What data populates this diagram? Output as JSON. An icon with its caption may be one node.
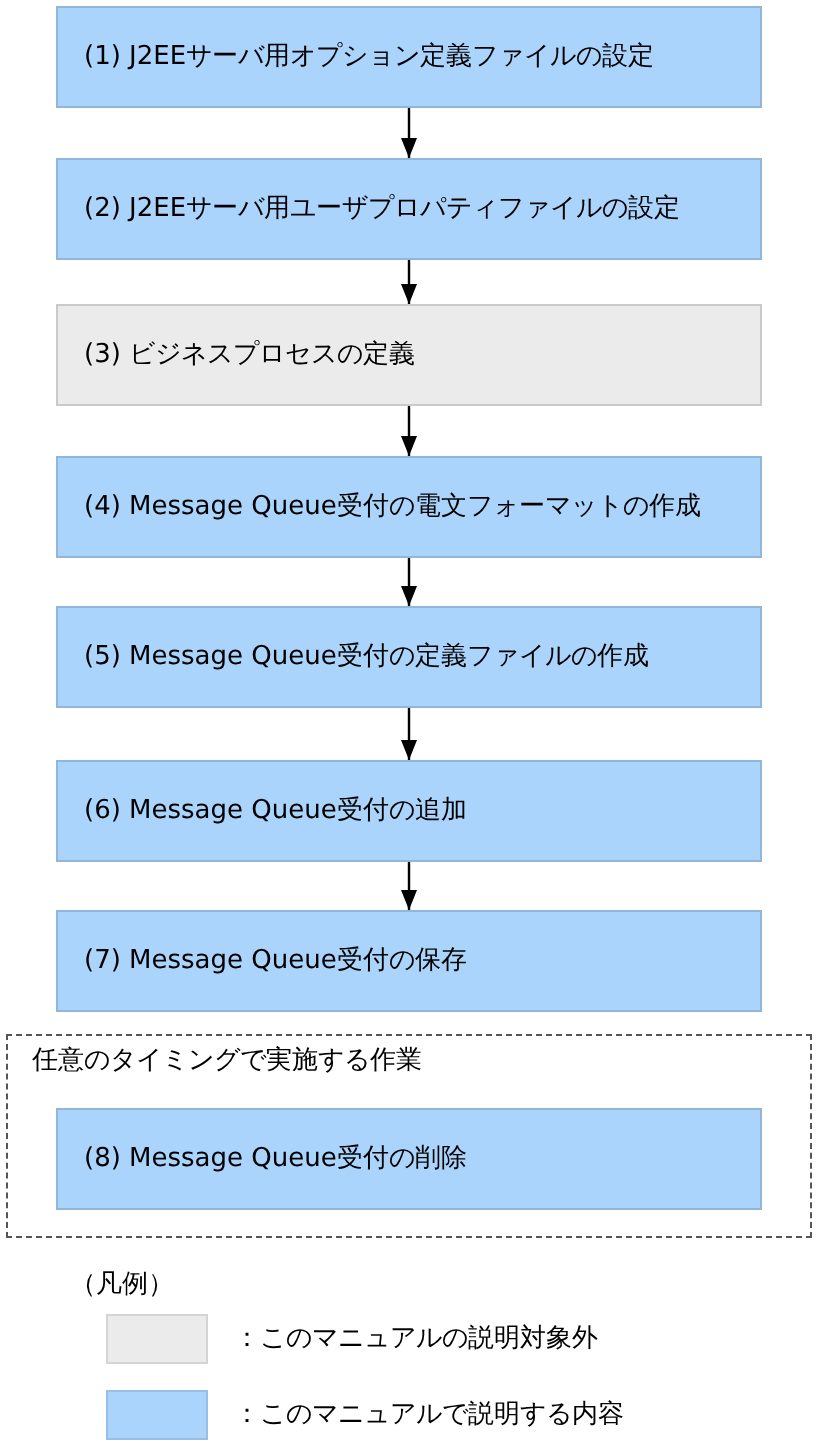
{
  "diagram": {
    "nodes": [
      {
        "text": [
          "(1) J2EEサーバ用オプション定義ファイルの設定"
        ]
      },
      {
        "text": [
          "(2) J2EEサーバ用ユーザプロパティファイルの設定"
        ]
      },
      {
        "text": [
          "(3) ビジネスプロセスの定義"
        ]
      },
      {
        "text": [
          "(4) Message Queue受付の電文フォーマットの作成"
        ]
      },
      {
        "text": [
          "(5) Message Queue受付の定義ファイルの作成"
        ]
      },
      {
        "text": [
          "(6) Message Queue受付の追加"
        ]
      },
      {
        "text": [
          "(7) Message Queue受付の保存"
        ]
      },
      {
        "text": [
          "任意のタイミングで実施する作業"
        ]
      },
      {
        "text": [
          "(8) Message Queue受付の削除"
        ],
        "in": 7
      }
    ],
    "edges": [
      {
        "from": 0,
        "to": 1,
        "arrow": "to"
      },
      {
        "from": 1,
        "to": 2,
        "arrow": "to"
      },
      {
        "from": 2,
        "to": 3,
        "arrow": "to"
      },
      {
        "from": 3,
        "to": 4,
        "arrow": "to"
      },
      {
        "from": 4,
        "to": 5,
        "arrow": "to"
      },
      {
        "from": 5,
        "to": 6,
        "arrow": "to"
      }
    ],
    "labels": [
      "（凡例）"
    ],
    "legend": [
      {
        "text": "：このマニュアルの説明対象外",
        "color": "#ebebeb"
      },
      {
        "text": "：このマニュアルで説明する内容",
        "color": "#aad4fc"
      }
    ]
  }
}
